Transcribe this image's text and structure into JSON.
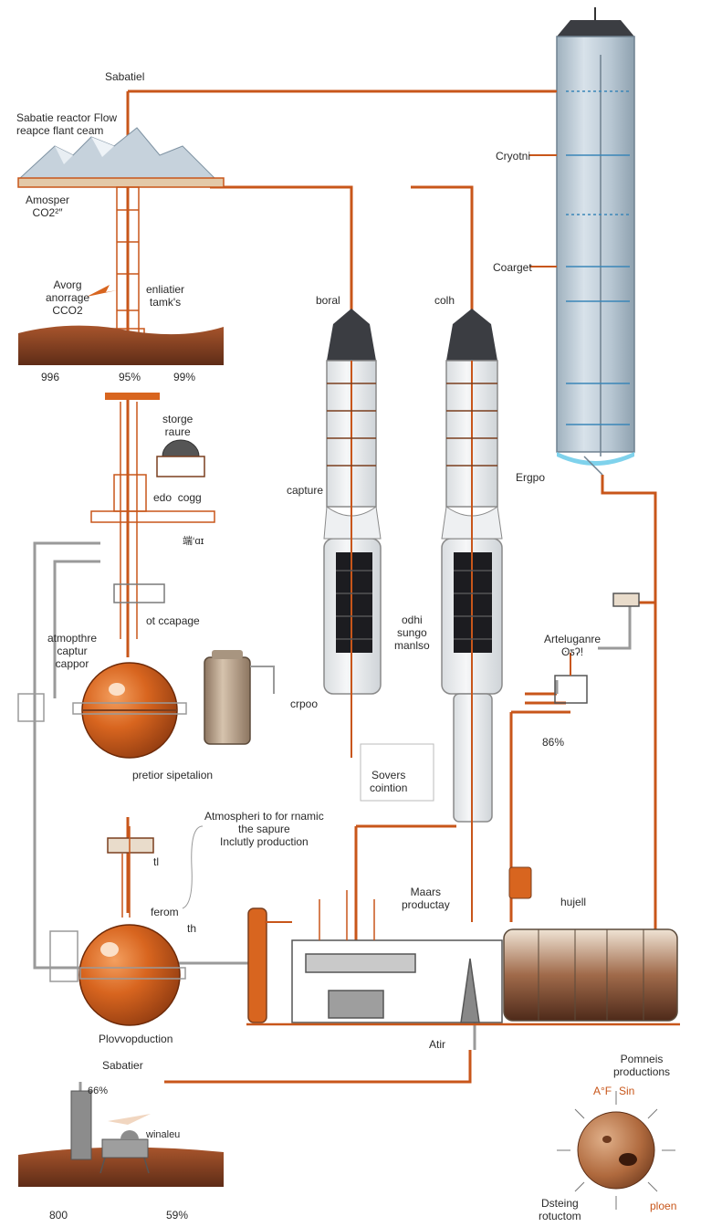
{
  "labels": {
    "top_title": "Sabatiel",
    "reactor_title": "Sabatie reactor Flow\nreapce flant ceam",
    "atmo_co2": "Amosper\nCO2²″",
    "storage_co2": "Avorg\nanorrage\nCCO2",
    "emitter_tanks": "enliatier\ntamk's",
    "pct_a": "996",
    "pct_b": "95%",
    "pct_c": "99%",
    "storge_raure": "storge\nraure",
    "edo_cogg": "edo  cogg",
    "small_mark": "端‘ɑɪ",
    "ot_ccapage": "ot ccapage",
    "atmo_captur": "atmopthre\ncaptur\ncappor",
    "pretior": "pretior sipetalion",
    "atmospher_note": "Atmospheri to for rnamic\nthe sapure\nInclutly production",
    "tl": "tl",
    "ferom": "ferom",
    "th": "th",
    "plovvo": "Plovvopduction",
    "sabatier_bottom": "Sabatier",
    "pct_66": "66%",
    "winaleu": "winaleu",
    "pct_800": "800",
    "pct_59": "59%",
    "boral": "boral",
    "colh": "colh",
    "capture": "capture",
    "odhi": "odhi\nsungo\nmanlso",
    "crpoo": "crpoo",
    "sovers": "Sovers\ncointion",
    "maars": "Maars\nproductay",
    "atir": "Atir",
    "cryotni": "Cryotni",
    "coarget": "Coarget",
    "ergpo": "Ergpo",
    "arteluganre": "Arteluganre\nʘƽʔǃ",
    "pct_86": "86%",
    "hujell": "hujell",
    "pomneis": "Pomneis\nproductions",
    "ar": "A°F",
    "sin": "Sin",
    "dsteing": "Dsteing\nrotuctom",
    "ploen": "ploen"
  },
  "colors": {
    "pipe": "#c8561a",
    "pipe_dark": "#7a3e1e",
    "mars_soil": "#7a3b22",
    "sphere": "#d8651f",
    "column_steel": "#b8c6d1",
    "cone": "#3b3d42",
    "grey_pipe": "#9a9a9a",
    "tank_brown": "#8a4a2b"
  }
}
